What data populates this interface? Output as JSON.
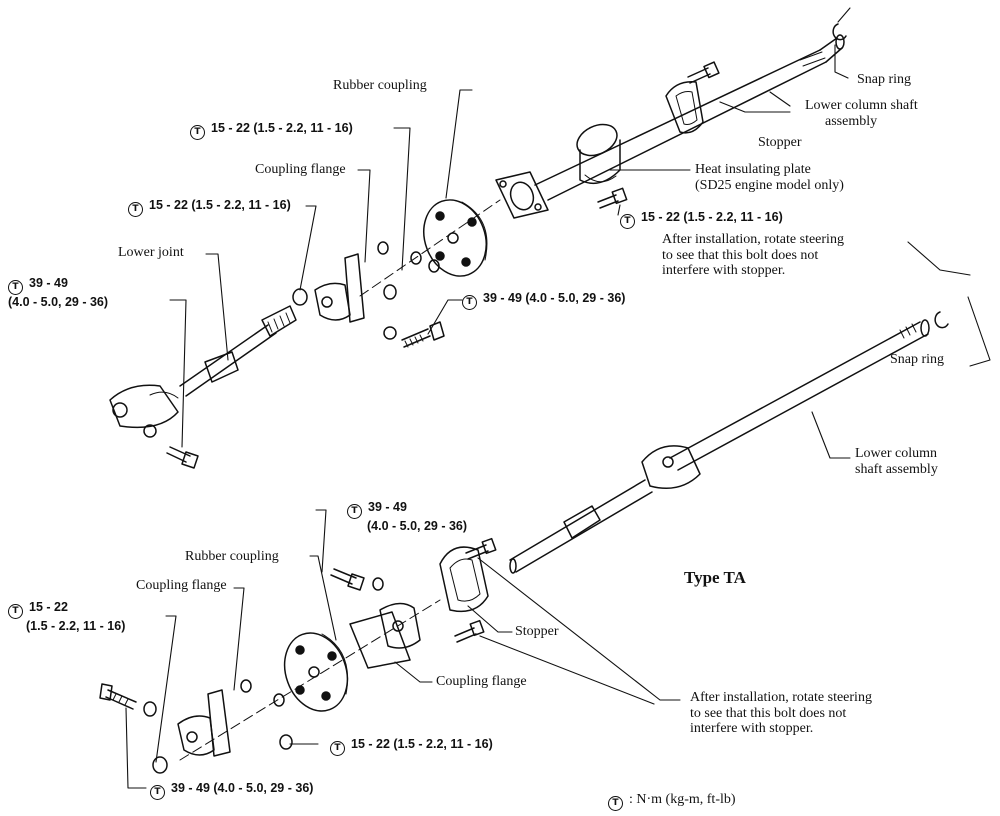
{
  "torque_symbol": "T",
  "colors": {
    "ink": "#111111",
    "paper": "#ffffff",
    "shade": "#444444"
  },
  "top": {
    "snap_ring": "Snap ring",
    "lower_column_shaft_l1": "Lower column shaft",
    "lower_column_shaft_l2": "assembly",
    "stopper": "Stopper",
    "heat_plate_l1": "Heat insulating plate",
    "heat_plate_l2": "(SD25 engine model only)",
    "rubber_coupling": "Rubber coupling",
    "torque_rubber": "15 - 22 (1.5 - 2.2, 11 - 16)",
    "coupling_flange": "Coupling flange",
    "torque_flange": "15 - 22 (1.5 - 2.2, 11 - 16)",
    "torque_stopper_bolt": "15 - 22 (1.5 - 2.2, 11 - 16)",
    "note_l1": "After installation, rotate steering",
    "note_l2": "to see that this bolt does not",
    "note_l3": "interfere with stopper.",
    "lower_joint": "Lower joint",
    "torque_joint_l1": "39 - 49",
    "torque_joint_l2": "(4.0 - 5.0, 29 - 36)",
    "torque_coupling_bolt": "39 - 49 (4.0 - 5.0, 29 - 36)"
  },
  "bottom": {
    "snap_ring": "Snap ring",
    "lower_column_shaft_l1": "Lower column",
    "lower_column_shaft_l2": "shaft assembly",
    "torque_upper_l1": "39 - 49",
    "torque_upper_l2": "(4.0 - 5.0, 29 - 36)",
    "rubber_coupling": "Rubber coupling",
    "coupling_flange_left": "Coupling flange",
    "type_label": "Type TA",
    "torque_left_l1": "15 - 22",
    "torque_left_l2": "(1.5 - 2.2, 11 - 16)",
    "stopper": "Stopper",
    "coupling_flange_right": "Coupling flange",
    "note_l1": "After installation, rotate steering",
    "note_l2": "to see that this bolt does not",
    "note_l3": "interfere with stopper.",
    "torque_nut": "15 - 22 (1.5 - 2.2, 11 - 16)",
    "torque_bolt": "39 - 49 (4.0 - 5.0, 29 - 36)"
  },
  "legend": "N·m (kg-m, ft-lb)"
}
